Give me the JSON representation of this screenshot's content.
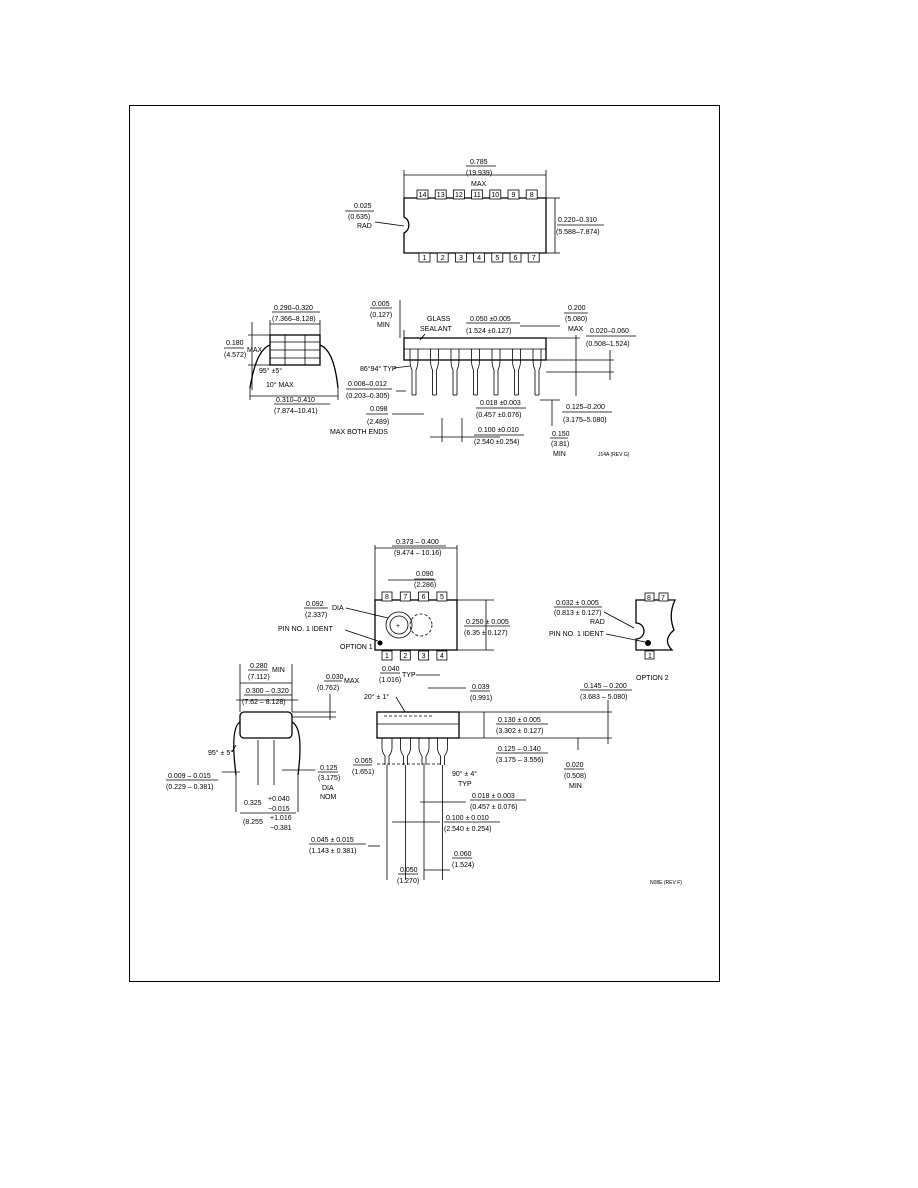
{
  "j14a": {
    "top": {
      "length": [
        "0.785",
        "(19.939)",
        "MAX"
      ],
      "width": [
        "0.220–0.310",
        "(5.588–7.874)"
      ],
      "notch": [
        "0.025",
        "(0.635)",
        "RAD"
      ],
      "pins_top": [
        "14",
        "13",
        "12",
        "11",
        "10",
        "9",
        "8"
      ],
      "pins_bottom": [
        "1",
        "2",
        "3",
        "4",
        "5",
        "6",
        "7"
      ]
    },
    "end": {
      "row_spacing": [
        "0.290–0.320",
        "(7.366–8.128)"
      ],
      "height": [
        "0.180",
        "(4.572)",
        "MAX"
      ],
      "lead_angle": "95° ±5°",
      "max_angle": "10° MAX",
      "spread": [
        "0.310–0.410",
        "(7.874–10.41)"
      ]
    },
    "side": {
      "standoff": [
        "0.005",
        "(0.127)",
        "MIN"
      ],
      "sealant": [
        "GLASS",
        "SEALANT"
      ],
      "lead_width_top": [
        "0.050 ±0.005",
        "(1.524 ±0.127)"
      ],
      "seat_height": [
        "0.200",
        "(5.080)",
        "MAX"
      ],
      "lead_offset": [
        "0.020–0.060",
        "(0.508–1.524)"
      ],
      "typ_angle": "86°94° TYP",
      "thickness": [
        "0.008–0.012",
        "(0.203–0.305)"
      ],
      "end_lead": [
        "0.098",
        "(2.489)",
        "MAX BOTH ENDS"
      ],
      "lead_width": [
        "0.018 ±0.003",
        "(0.457 ±0.076)"
      ],
      "lead_length": [
        "0.125–0.200",
        "(3.175–5.080)"
      ],
      "pitch": [
        "0.100 ±0.010",
        "(2.540 ±0.254)"
      ],
      "min_len": [
        "0.150",
        "(3.81)",
        "MIN"
      ]
    },
    "rev": "J14A (REV G)"
  },
  "n08e": {
    "top": {
      "length": [
        "0.373 – 0.400",
        "(9.474 – 10.16)"
      ],
      "pin_space": [
        "0.090",
        "(2.286)"
      ],
      "dia": [
        "0.092",
        "(2.337)",
        "DIA"
      ],
      "ident": "PIN NO. 1 IDENT",
      "option1": "OPTION 1",
      "width": [
        "0.250 ± 0.005",
        "(6.35 ± 0.127)"
      ],
      "pins_top": [
        "8",
        "7",
        "6",
        "5"
      ],
      "pins_bottom": [
        "1",
        "2",
        "3",
        "4"
      ],
      "tab": [
        "0.040",
        "(1.016)",
        "TYP"
      ]
    },
    "option2": {
      "rad": [
        "0.032 ± 0.005",
        "(0.813 ± 0.127)",
        "RAD"
      ],
      "ident": "PIN NO. 1 IDENT",
      "pins": [
        "8",
        "7",
        "1"
      ],
      "label": "OPTION 2"
    },
    "end": {
      "min": [
        "0.280",
        "(7.112)",
        "MIN"
      ],
      "row": [
        "0.300 – 0.320",
        "(7.62 – 8.128)"
      ],
      "max": [
        "0.030",
        "(0.762)",
        "MAX"
      ],
      "angle": "95° ± 5°",
      "thickness": [
        "0.009 – 0.015",
        "(0.229 – 0.381)"
      ],
      "dia": [
        "0.125",
        "(3.175)",
        "DIA",
        "NOM"
      ],
      "spread": [
        "0.325",
        "+0.040",
        "−0.015",
        "(8.255",
        "+1.016",
        "−0.381"
      ]
    },
    "side": {
      "angle": "20° ± 1°",
      "shoulder": [
        "0.039",
        "(0.991)"
      ],
      "seat": [
        "0.145 – 0.200",
        "(3.683 – 5.080)"
      ],
      "body": [
        "0.130 ± 0.005",
        "(3.302 ± 0.127)"
      ],
      "lead_len": [
        "0.125 – 0.140",
        "(3.175 – 3.556)"
      ],
      "standoff": [
        "0.020",
        "(0.508)",
        "MIN"
      ],
      "end_lead": [
        "0.065",
        "(1.651)"
      ],
      "typ_angle": [
        "90° ± 4°",
        "TYP"
      ],
      "lead_width": [
        "0.018 ± 0.003",
        "(0.457 ± 0.076)"
      ],
      "pitch": [
        "0.100 ± 0.010",
        "(2.540 ± 0.254)"
      ],
      "first_lead": [
        "0.045 ± 0.015",
        "(1.143 ± 0.381)"
      ],
      "tip": [
        "0.060",
        "(1.524)"
      ],
      "shoulder2": [
        "0.050",
        "(1.270)"
      ]
    },
    "rev": "N08E (REV F)"
  }
}
